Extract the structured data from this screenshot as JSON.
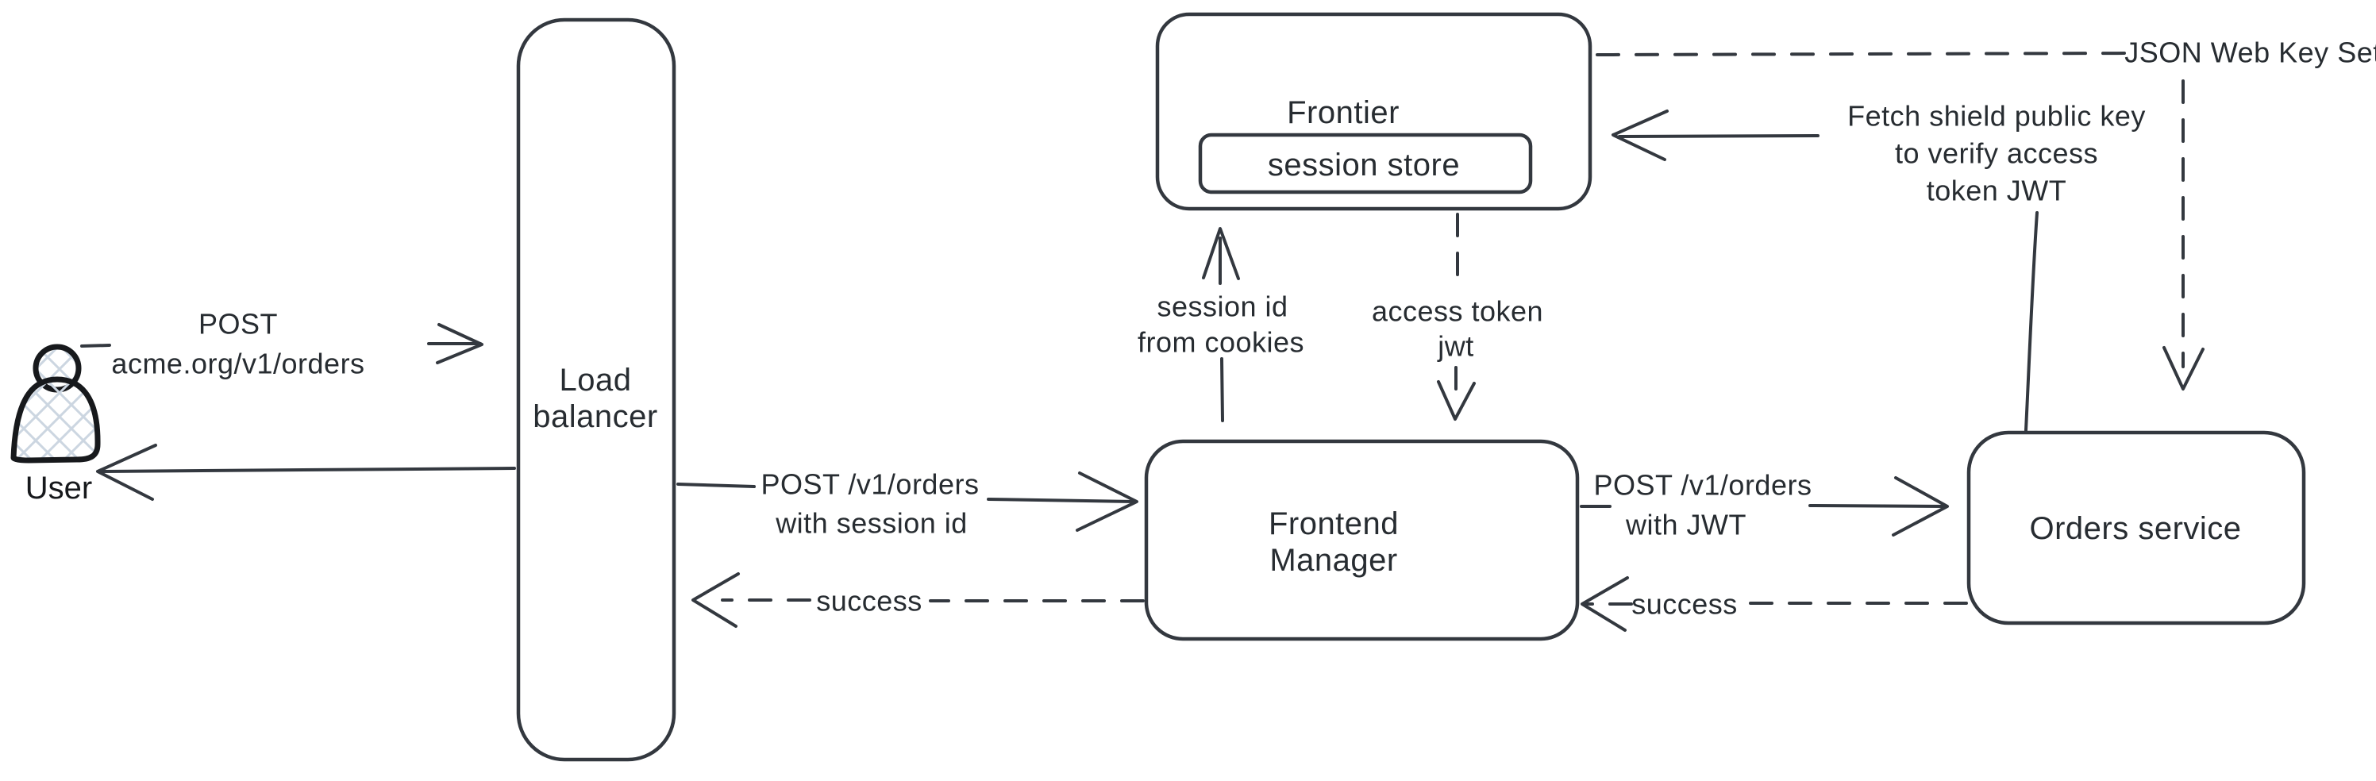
{
  "diagram": {
    "nodes": {
      "user": {
        "label": "User"
      },
      "load_balancer": {
        "line1": "Load",
        "line2": "balancer"
      },
      "frontier": {
        "label": "Frontier",
        "store_label": "session store"
      },
      "frontend_manager": {
        "line1": "Frontend",
        "line2": "Manager"
      },
      "orders_service": {
        "label": "Orders service"
      }
    },
    "edges": {
      "user_to_lb": {
        "line1": "POST",
        "line2": "acme.org/v1/orders"
      },
      "lb_to_fm": {
        "line1": "POST /v1/orders",
        "line2": "with session id"
      },
      "fm_to_lb": {
        "label": "success"
      },
      "fm_to_os": {
        "line1": "POST /v1/orders",
        "line2": "with JWT"
      },
      "os_to_fm": {
        "label": "success"
      },
      "fm_to_frontier": {
        "line1": "session id",
        "line2": "from cookies"
      },
      "frontier_to_fm": {
        "line1": "access token",
        "line2": "jwt"
      },
      "os_to_frontier": {
        "line1": "Fetch shield public key",
        "line2": "to verify access",
        "line3": "token JWT"
      },
      "frontier_to_jwks": {
        "label": "JSON Web Key Set"
      }
    },
    "colors": {
      "stroke": "#33383f",
      "text": "#272c31",
      "user-stroke": "#17191c",
      "hatch": "#ccd6e1",
      "bg": "#ffffff"
    }
  }
}
